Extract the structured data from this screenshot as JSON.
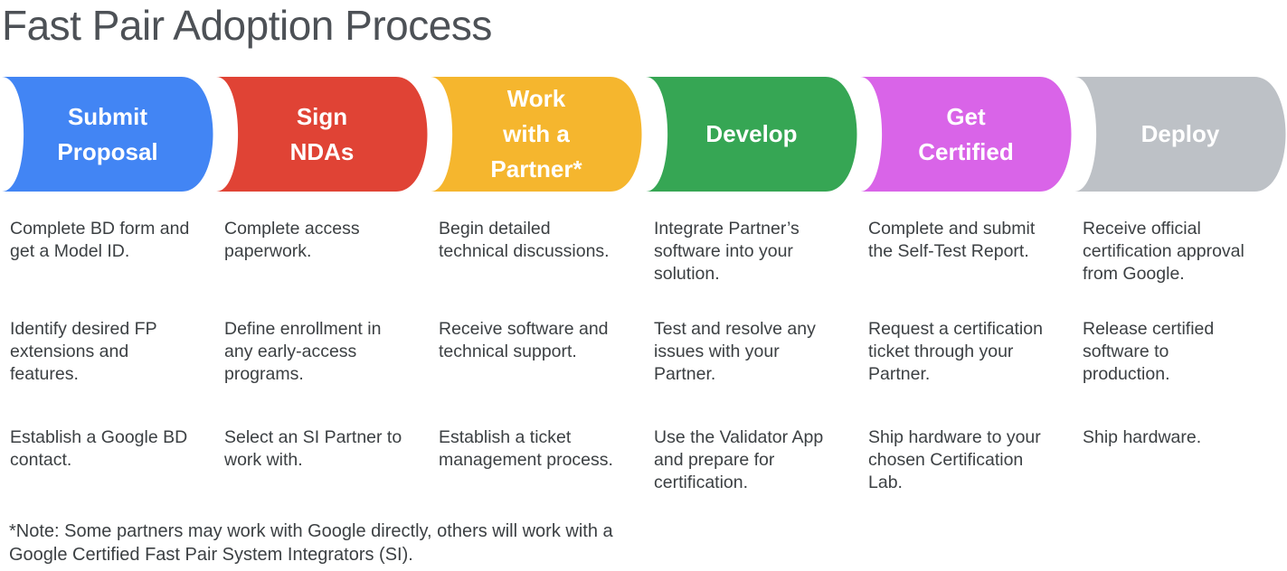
{
  "title": "Fast Pair Adoption Process",
  "note": "*Note: Some partners may work with Google directly, others will work with a\nGoogle Certified Fast Pair System Integrators (SI).",
  "colors": {
    "title_text": "#4D5156",
    "body_text": "#3C4043",
    "label_text": "#FFFFFF"
  },
  "steps": [
    {
      "label": "Submit\nProposal",
      "color": "#4285F4",
      "items": [
        "Complete BD form and\nget a Model ID.",
        "Identify desired FP\nextensions and\nfeatures.",
        "Establish a Google BD\ncontact."
      ]
    },
    {
      "label": "Sign\nNDAs",
      "color": "#E04335",
      "items": [
        "Complete access\npaperwork.",
        "Define enrollment in\nany early-access\nprograms.",
        "Select an SI Partner to\nwork with."
      ]
    },
    {
      "label": "Work\nwith a\nPartner*",
      "color": "#F5B62E",
      "items": [
        "Begin detailed\ntechnical discussions.",
        "Receive software and\ntechnical support.",
        "Establish a ticket\nmanagement process."
      ]
    },
    {
      "label": "Develop",
      "color": "#36A654",
      "items": [
        "Integrate Partner’s\nsoftware into your\nsolution.",
        "Test and resolve any\nissues with your\nPartner.",
        "Use the Validator App\nand prepare for\ncertification."
      ]
    },
    {
      "label": "Get\nCertified",
      "color": "#D964E8",
      "items": [
        "Complete and submit\nthe Self-Test Report.",
        "Request a certification\nticket through your\nPartner.",
        "Ship hardware to your\nchosen Certification\nLab."
      ]
    },
    {
      "label": "Deploy",
      "color": "#BDC1C6",
      "items": [
        "Receive official\ncertification approval\nfrom Google.",
        "Release certified\nsoftware to\nproduction.",
        "Ship hardware."
      ]
    }
  ]
}
